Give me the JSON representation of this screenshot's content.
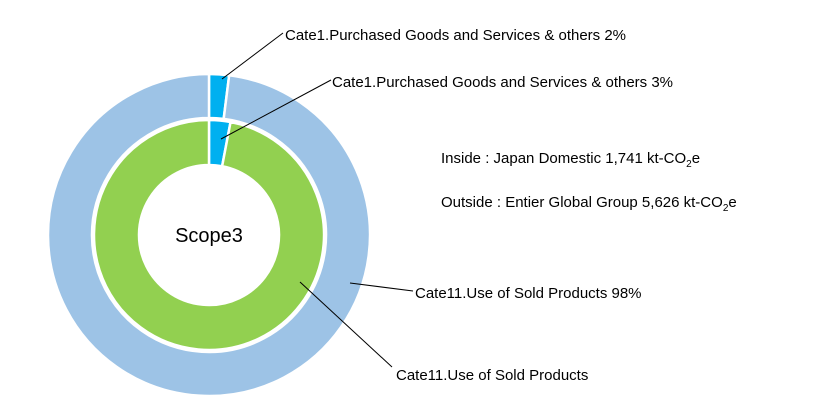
{
  "chart_data": {
    "type": "pie",
    "subtype": "double-donut",
    "center_label": "Scope3",
    "rings": [
      {
        "name": "Outside",
        "description": "Entier Global Group",
        "total": "5,626",
        "unit": "kt-CO2e",
        "slices": [
          {
            "label": "Cate1.Purchased Goods and Services & others 2%",
            "value": 2,
            "color": "#00b0f0"
          },
          {
            "label": "Cate11.Use of Sold Products 98%",
            "value": 98,
            "color": "#9dc3e6"
          }
        ]
      },
      {
        "name": "Inside",
        "description": "Japan Domestic",
        "total": "1,741",
        "unit": "kt-CO2e",
        "slices": [
          {
            "label": "Cate1.Purchased Goods and Services & others 3%",
            "value": 3,
            "color": "#00b0f0"
          },
          {
            "label": "Cate11.Use of Sold Products",
            "value": 97,
            "color": "#92d050"
          }
        ]
      }
    ],
    "legend_notes": {
      "inside_prefix": "Inside : Japan Domestic  1,741 kt-CO",
      "outside_prefix": "Outside : Entier Global Group 5,626 kt-CO",
      "sub": "2",
      "suffix": "e"
    }
  }
}
